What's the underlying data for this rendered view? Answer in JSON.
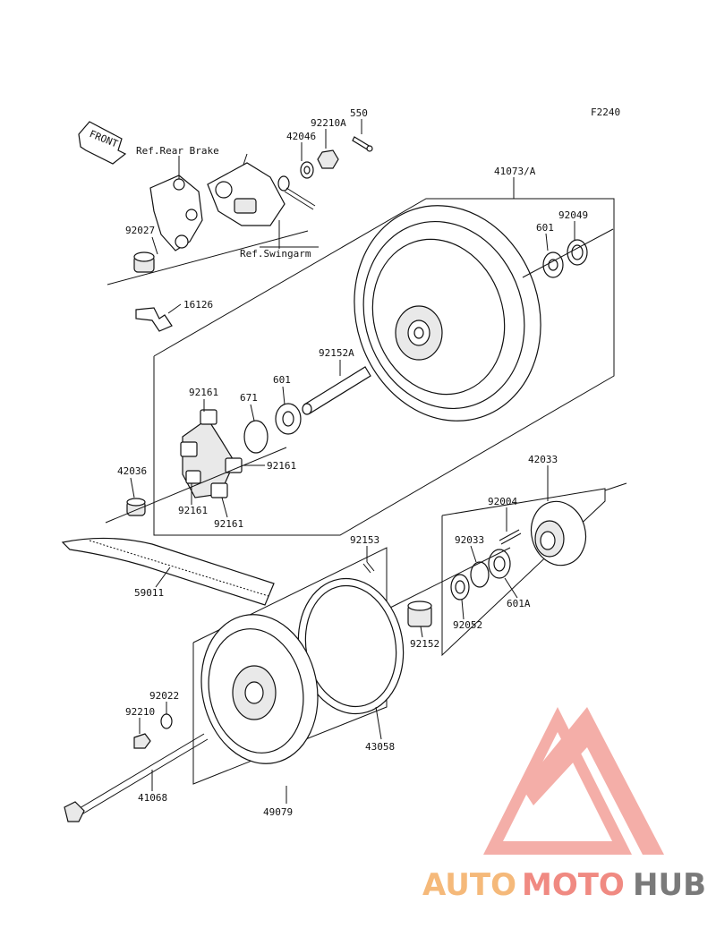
{
  "figure_code": "F2240",
  "front_label": "FRONT",
  "refs": {
    "rear_brake": "Ref.Rear Brake",
    "swingarm": "Ref.Swingarm"
  },
  "parts": [
    "550",
    "92210A",
    "42046",
    "41073/A",
    "601",
    "92049",
    "92027",
    "16126",
    "92152A",
    "601",
    "671",
    "92161",
    "92161",
    "92161",
    "92161",
    "42036",
    "42033",
    "92004",
    "92033",
    "601A",
    "92052",
    "92152",
    "92153",
    "59011",
    "43058",
    "92022",
    "92210",
    "41068",
    "49079"
  ],
  "watermark": {
    "part1": "AUTO",
    "part2": "MOTO",
    "part3": "HUB",
    "color1": "#f5b97a",
    "color2": "#f08a82",
    "color3": "#7a7a7a",
    "logo_color": "#f08a82"
  }
}
